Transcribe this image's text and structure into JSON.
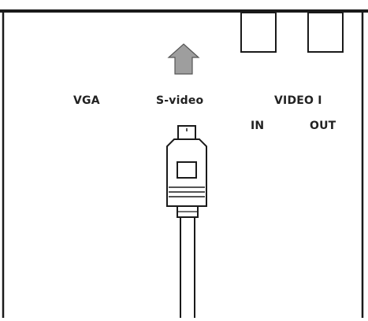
{
  "labels": {
    "vga": "VGA",
    "svideo": "S-video",
    "video": "VIDEO I",
    "video_in": "IN",
    "video_out": "OUT"
  },
  "colors": {
    "line": "#1a1a1a",
    "arrow_fill": "#9e9e9e",
    "background": "#ffffff"
  },
  "icons": {
    "arrow": "up-arrow-icon",
    "plug": "s-video-plug-icon"
  }
}
